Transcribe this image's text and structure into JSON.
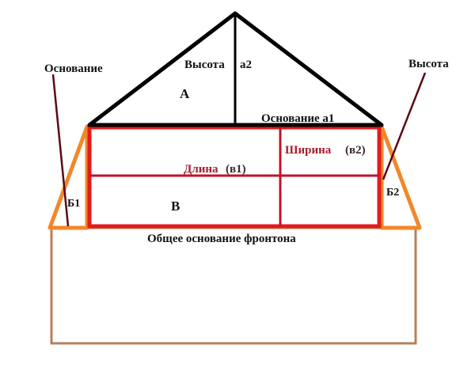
{
  "diagram": {
    "labels": {
      "base_left": "Основание",
      "height_top": "Высота",
      "height_a2": "a2",
      "region_a": "А",
      "base_a1": "Основание a1",
      "height_right": "Высота",
      "length_word": "Длина",
      "length_var": "(в1)",
      "width_word": "Ширина",
      "width_var": "(в2)",
      "region_b": "В",
      "b1": "Б1",
      "b2": "Б2",
      "common_base": "Общее основание фронтона"
    },
    "colors": {
      "roof_triangle": "#000000",
      "rectangle_b": "#e31b1b",
      "rectangle_grid": "#c0142a",
      "side_triangles": "#f0882a",
      "base_box": "#b5805a",
      "pointer_lines": "#5a0a14",
      "red_label": "#a32030",
      "text": "#111111"
    }
  }
}
